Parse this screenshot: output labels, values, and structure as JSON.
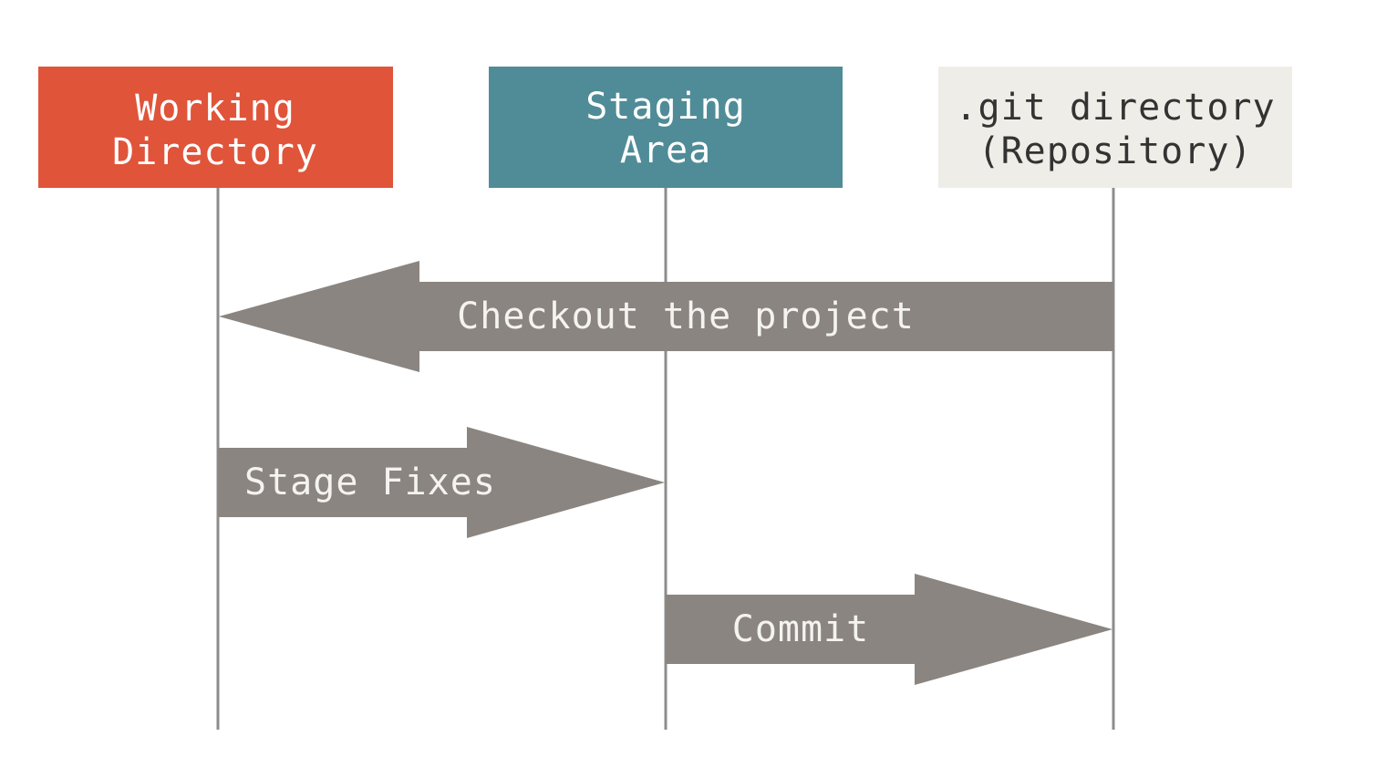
{
  "areas": [
    {
      "id": "working-directory",
      "lines": [
        "Working",
        "Directory"
      ],
      "fill": "#e0543a",
      "text_color": "#ffffff"
    },
    {
      "id": "staging-area",
      "lines": [
        "Staging",
        "Area"
      ],
      "fill": "#4f8c97",
      "text_color": "#ffffff"
    },
    {
      "id": "git-directory",
      "lines": [
        ".git directory",
        "(Repository)"
      ],
      "fill": "#efede7",
      "text_color": "#333333"
    }
  ],
  "transitions": [
    {
      "id": "checkout",
      "label": "Checkout the project",
      "from": "git-directory",
      "to": "working-directory"
    },
    {
      "id": "stage-fixes",
      "label": "Stage Fixes",
      "from": "working-directory",
      "to": "staging-area"
    },
    {
      "id": "commit",
      "label": "Commit",
      "from": "staging-area",
      "to": "git-directory"
    }
  ],
  "colors": {
    "arrow": "#8a8580",
    "arrow_text": "#f5f3ef",
    "lifeline": "#8c8c8c",
    "background": "#ffffff"
  }
}
